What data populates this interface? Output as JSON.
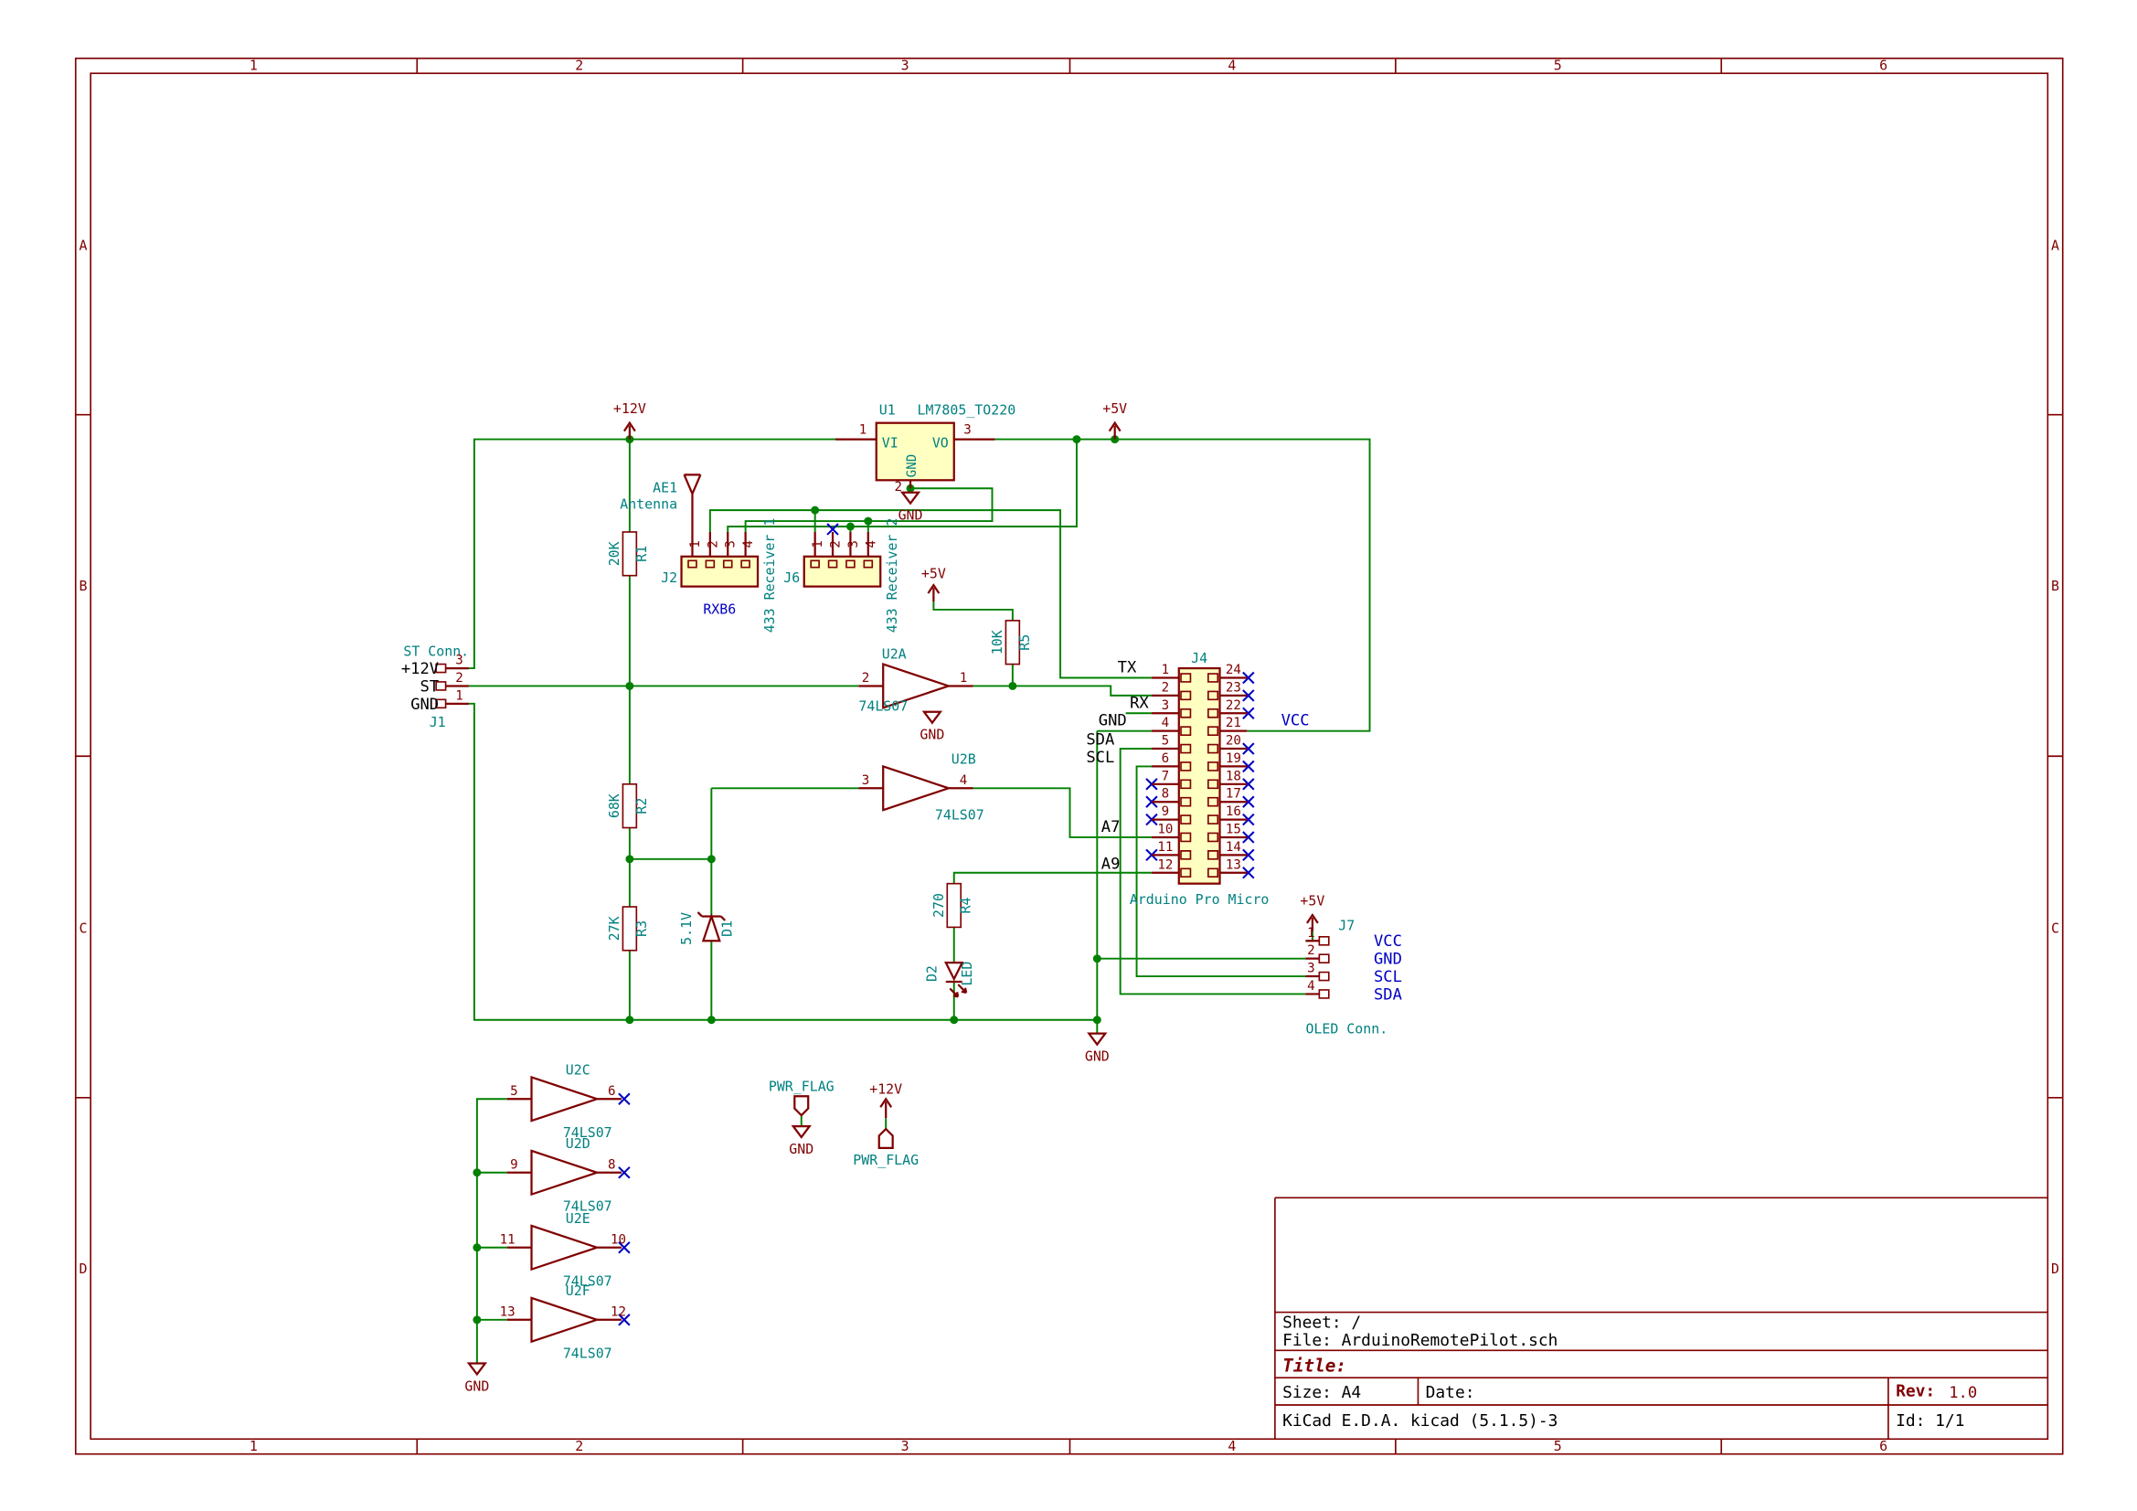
{
  "sheet_frame": {
    "columns": [
      "1",
      "2",
      "3",
      "4",
      "5",
      "6"
    ],
    "rows": [
      "A",
      "B",
      "C",
      "D"
    ]
  },
  "title_block": {
    "sheet": "Sheet: /",
    "file": "File: ArduinoRemotePilot.sch",
    "title_label": "Title:",
    "size": "Size: A4",
    "date_label": "Date:",
    "rev_label": "Rev:",
    "rev_value": "1.0",
    "tool": "KiCad E.D.A.  kicad (5.1.5)-3",
    "id": "Id: 1/1"
  },
  "power": {
    "p12v": "+12V",
    "p5v": "+5V",
    "gnd": "GND",
    "pwr_flag": "PWR_FLAG"
  },
  "net_labels": {
    "tx": "TX",
    "rx": "RX",
    "gnd": "GND",
    "sda": "SDA",
    "scl": "SCL",
    "a7": "A7",
    "a9": "A9",
    "vcc": "VCC",
    "st": "ST",
    "p12v": "+12V"
  },
  "components": {
    "u1": {
      "ref": "U1",
      "value": "LM7805_TO220",
      "pin_vi": {
        "num": "1",
        "name": "VI"
      },
      "pin_vo": {
        "num": "3",
        "name": "VO"
      },
      "pin_gnd": {
        "num": "2",
        "name": "GND"
      }
    },
    "ae1": {
      "ref": "AE1",
      "value": "Antenna"
    },
    "j2": {
      "ref": "J2",
      "value": "433 Receiver 1",
      "sublabel": "RXB6",
      "pins": [
        "1",
        "2",
        "3",
        "4"
      ]
    },
    "j6": {
      "ref": "J6",
      "value": "433 Receiver 2",
      "pins": [
        "1",
        "2",
        "3",
        "4"
      ]
    },
    "j1": {
      "ref": "J1",
      "value": "ST Conn.",
      "pins": [
        "1",
        "2",
        "3"
      ]
    },
    "r1": {
      "ref": "R1",
      "value": "20K"
    },
    "r2": {
      "ref": "R2",
      "value": "68K"
    },
    "r3": {
      "ref": "R3",
      "value": "27K"
    },
    "r4": {
      "ref": "R4",
      "value": "270"
    },
    "r5": {
      "ref": "R5",
      "value": "10K"
    },
    "d1": {
      "ref": "D1",
      "value": "5.1V"
    },
    "d2": {
      "ref": "D2",
      "value": "LED"
    },
    "u2a": {
      "ref": "U2A",
      "value": "74LS07",
      "pin_in": "2",
      "pin_out": "1"
    },
    "u2b": {
      "ref": "U2B",
      "value": "74LS07",
      "pin_in": "3",
      "pin_out": "4"
    },
    "u2c": {
      "ref": "U2C",
      "value": "74LS07",
      "pin_in": "5",
      "pin_out": "6"
    },
    "u2d": {
      "ref": "U2D",
      "value": "74LS07",
      "pin_in": "9",
      "pin_out": "8"
    },
    "u2e": {
      "ref": "U2E",
      "value": "74LS07",
      "pin_in": "11",
      "pin_out": "10"
    },
    "u2f": {
      "ref": "U2F",
      "value": "74LS07",
      "pin_in": "13",
      "pin_out": "12"
    },
    "j4": {
      "ref": "J4",
      "value": "Arduino Pro Micro",
      "left_pins": [
        "1",
        "2",
        "3",
        "4",
        "5",
        "6",
        "7",
        "8",
        "9",
        "10",
        "11",
        "12"
      ],
      "right_pins": [
        "24",
        "23",
        "22",
        "21",
        "20",
        "19",
        "18",
        "17",
        "16",
        "15",
        "14",
        "13"
      ]
    },
    "j7": {
      "ref": "J7",
      "value": "OLED Conn.",
      "pins": [
        "1",
        "2",
        "3",
        "4"
      ]
    }
  },
  "colors": {
    "wire": "#008000",
    "symbol": "#800000",
    "field": "#008080",
    "net_label": "#000000",
    "no_connect": "#0000C4",
    "body_fill": "#FFFFC2",
    "frame": "#800000"
  }
}
